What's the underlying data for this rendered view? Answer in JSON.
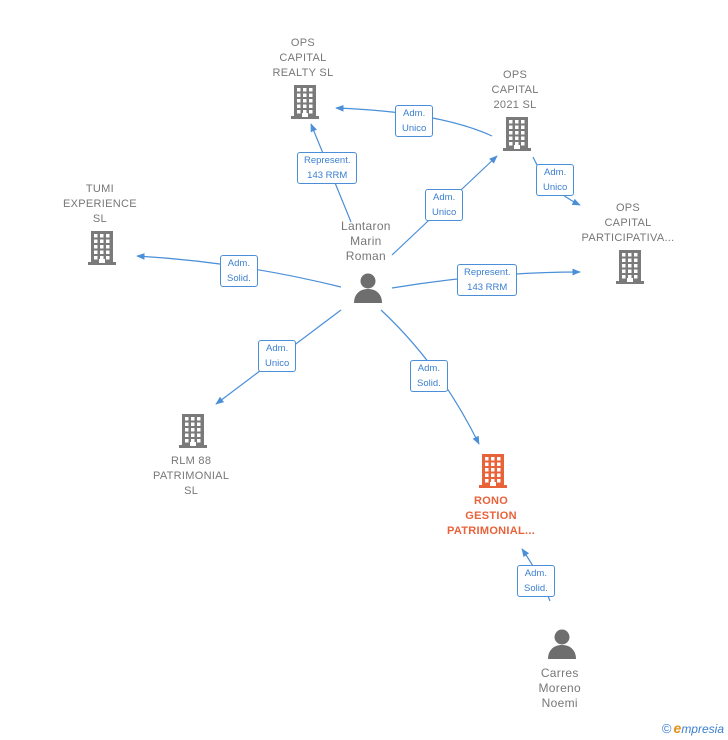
{
  "nodes": {
    "ops_realty": {
      "lines": [
        "OPS",
        "CAPITAL",
        "REALTY  SL"
      ]
    },
    "ops_2021": {
      "lines": [
        "OPS",
        "CAPITAL",
        "2021  SL"
      ]
    },
    "tumi": {
      "lines": [
        "TUMI",
        "EXPERIENCE",
        "SL"
      ]
    },
    "ops_part": {
      "lines": [
        "OPS",
        "CAPITAL",
        "PARTICIPATIVA..."
      ]
    },
    "lantaron": {
      "lines": [
        "Lantaron",
        "Marin",
        "Roman"
      ]
    },
    "rlm": {
      "lines": [
        "RLM 88",
        "PATRIMONIAL",
        "SL"
      ]
    },
    "rono": {
      "lines": [
        "RONO",
        "GESTION",
        "PATRIMONIAL..."
      ]
    },
    "carres": {
      "lines": [
        "Carres",
        "Moreno",
        "Noemi"
      ]
    }
  },
  "edges": {
    "lantaron_realty": [
      "Represent.",
      "143 RRM"
    ],
    "ops2021_realty": [
      "Adm.",
      "Unico"
    ],
    "lantaron_ops2021": [
      "Adm.",
      "Unico"
    ],
    "ops2021_part": [
      "Adm.",
      "Unico"
    ],
    "lantaron_tumi": [
      "Adm.",
      "Solid."
    ],
    "lantaron_part": [
      "Represent.",
      "143 RRM"
    ],
    "lantaron_rlm": [
      "Adm.",
      "Unico"
    ],
    "lantaron_rono": [
      "Adm.",
      "Solid."
    ],
    "carres_rono": [
      "Adm.",
      "Solid."
    ]
  },
  "colors": {
    "company": "#7a7a7a",
    "highlight": "#e8623a",
    "person": "#6e6e6e",
    "edge": "#4a8fd8"
  },
  "footer": {
    "copyright": "©",
    "brand_initial": "e",
    "brand_rest": "mpresia"
  }
}
